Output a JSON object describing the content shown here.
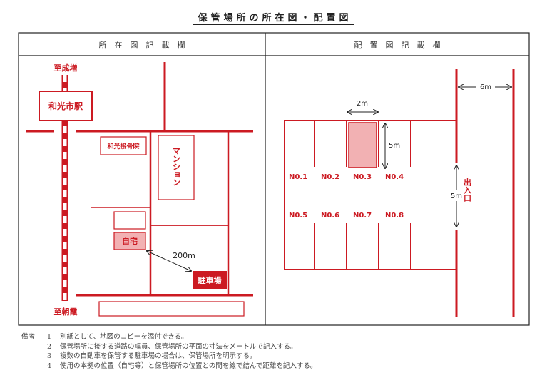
{
  "page_title": "保管場所の所在図・配置図",
  "panels": {
    "left_header": "所　在　図　記　載　欄",
    "right_header": "配　置　図　記　載　欄"
  },
  "location_map": {
    "north_label": "至成増",
    "south_label": "至朝霞",
    "station": "和光市駅",
    "clinic": "和光接骨院",
    "mansion": "マンション",
    "home": "自宅",
    "parking": "駐車場",
    "distance": "200m",
    "colors": {
      "red": "#cc1a22",
      "pink": "#f2b1b3"
    }
  },
  "layout_map": {
    "width_label": "2m",
    "length_label": "5m",
    "road_width_label": "6m",
    "entrance_label": "出入口",
    "entrance_width_label": "5m",
    "spaces_top": [
      "N0.1",
      "N0.2",
      "N0.3",
      "N0.4"
    ],
    "spaces_bottom": [
      "N0.5",
      "N0.6",
      "N0.7",
      "N0.8"
    ]
  },
  "notes": {
    "heading": "備考",
    "items": [
      {
        "num": "1",
        "text": "別紙として、地図のコピーを添付できる。"
      },
      {
        "num": "2",
        "text": "保管場所に接する道路の幅員、保管場所の平面の寸法をメートルで記入する。"
      },
      {
        "num": "3",
        "text": "複数の自動車を保管する駐車場の場合は、保管場所を明示する。"
      },
      {
        "num": "4",
        "text": "使用の本拠の位置（自宅等）と保管場所の位置との間を線で結んで距離を記入する。"
      }
    ]
  }
}
